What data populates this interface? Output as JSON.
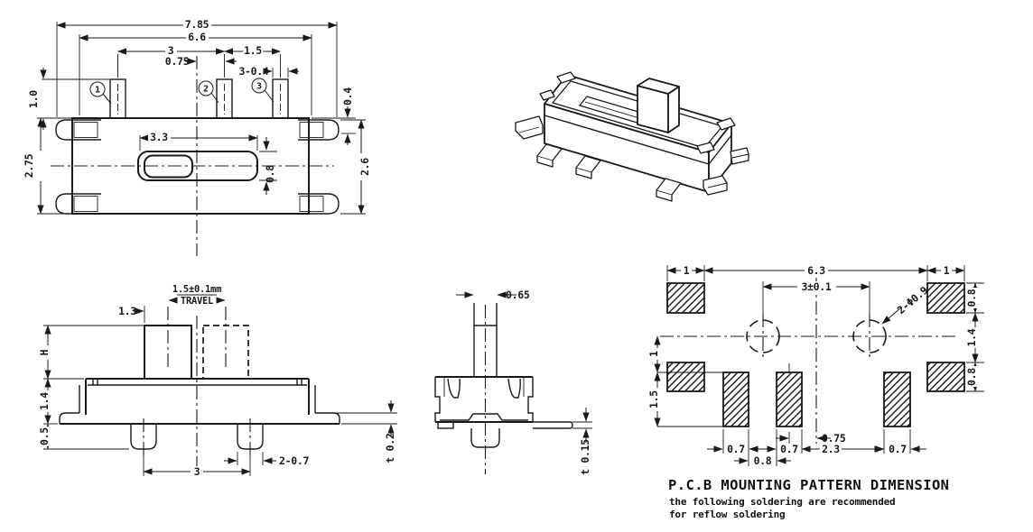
{
  "top_view": {
    "d_785": "7.85",
    "d_66": "6.6",
    "d_3": "3",
    "d_075": "0.75",
    "d_15": "1.5",
    "d_304": "3-0.4",
    "d_10": "1.0",
    "d_275": "2.75",
    "d_04": "0.4",
    "d_26": "2.6",
    "d_33": "3.3",
    "d_08": "0.8",
    "pin_labels": {
      "p1": "1",
      "p2": "2",
      "p3": "3"
    }
  },
  "front_view": {
    "travel_value": "1.5±0.1mm",
    "travel_label": "TRAVEL",
    "d_13": "1.3",
    "d_H": "H",
    "d_14": "1.4",
    "d_05": "0.5",
    "d_3": "3",
    "d_207": "2-0.7",
    "d_t02": "t 0.2"
  },
  "side_view": {
    "d_065": "0.65",
    "d_t015": "t 0.15"
  },
  "pcb_pattern": {
    "d_1_left": "1",
    "d_63": "6.3",
    "d_1_right": "1",
    "d_3tol": "3±0.1",
    "d_holes": "2-Φ0.9",
    "d_08_rt": "0.8",
    "d_14_r": "1.4",
    "d_08_rb": "0.8",
    "d_1_l": "1",
    "d_15_l": "1.5",
    "d_07_a": "0.7",
    "d_08_gap": "0.8",
    "d_07_b": "0.7",
    "d_075": "0.75",
    "d_23": "2.3",
    "d_07_c": "0.7",
    "title": "P.C.B MOUNTING PATTERN DIMENSION",
    "note1": "the following soldering are recommended",
    "note2": "for reflow soldering"
  }
}
